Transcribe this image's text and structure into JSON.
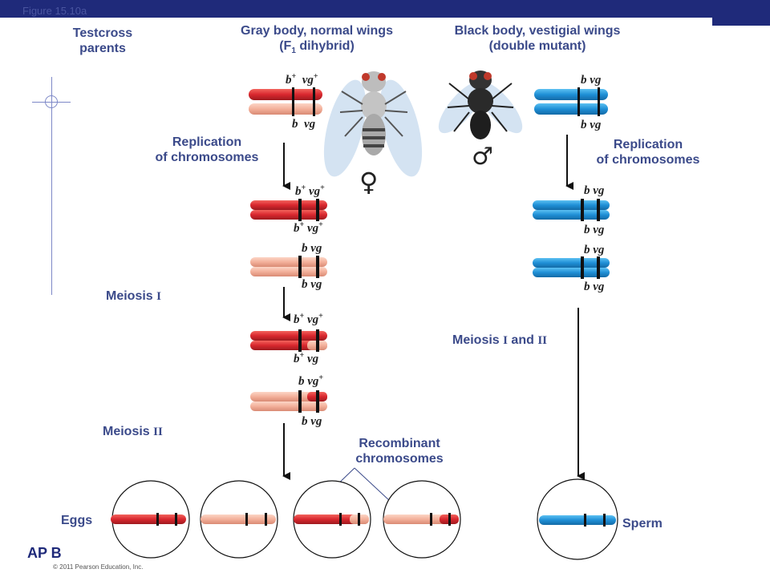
{
  "figure_label": "Figure 15.10a",
  "testcross_parents": [
    "Testcross",
    "parents"
  ],
  "female_parent": {
    "line1": "Gray body, normal wings",
    "line2_pre": "(F",
    "line2_sub": "1",
    "line2_post": " dihybrid)"
  },
  "male_parent": {
    "line1": "Black body, vestigial wings",
    "line2": "(double mutant)"
  },
  "replication_left": [
    "Replication",
    "of chromosomes"
  ],
  "replication_right": [
    "Replication",
    "of chromosomes"
  ],
  "meiosis_1": {
    "word": "Meiosis ",
    "numeral": "I"
  },
  "meiosis_2": {
    "word": "Meiosis ",
    "numeral": "II"
  },
  "meiosis_both": {
    "word": "Meiosis ",
    "numeral1": "I",
    "and": " and ",
    "numeral2": "II"
  },
  "recombinant": [
    "Recombinant",
    "chromosomes"
  ],
  "eggs": "Eggs",
  "sperm": "Sperm",
  "female_symbol": "♀",
  "male_symbol": "♂",
  "allele_b": "b",
  "allele_vg": "vg",
  "plus": "+",
  "ap_text": "AP B",
  "copyright": "© 2011 Pearson Education, Inc.",
  "colors": {
    "dominant_red": "#d9272e",
    "recessive_pink": "#f3b09a",
    "mutant_blue": "#1f8fd6",
    "label_blue": "#3b4a8a"
  }
}
